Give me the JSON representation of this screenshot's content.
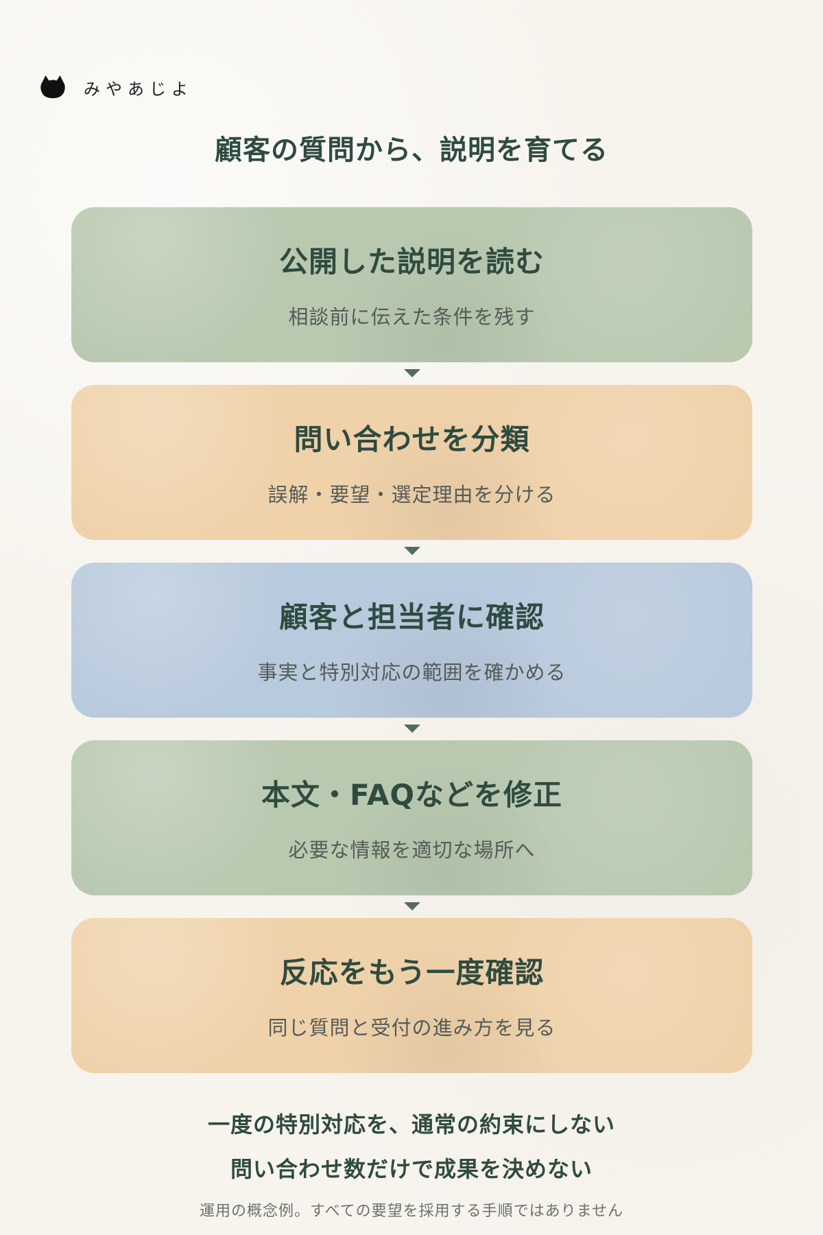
{
  "brand": {
    "name": "みやあじよ",
    "icon": "cat-icon"
  },
  "title": "顧客の質問から、説明を育てる",
  "steps": [
    {
      "title": "公開した説明を読む",
      "subtitle": "相談前に伝えた条件を残す",
      "color": "#b9c9b0"
    },
    {
      "title": "問い合わせを分類",
      "subtitle": "誤解・要望・選定理由を分ける",
      "color": "#efd2aa"
    },
    {
      "title": "顧客と担当者に確認",
      "subtitle": "事実と特別対応の範囲を確かめる",
      "color": "#b8cadd"
    },
    {
      "title": "本文・FAQなどを修正",
      "subtitle": "必要な情報を適切な場所へ",
      "color": "#b9c9b0"
    },
    {
      "title": "反応をもう一度確認",
      "subtitle": "同じ質問と受付の進み方を見る",
      "color": "#efd2aa"
    }
  ],
  "arrows": {
    "icon": "down-arrow-icon",
    "color": "#526b61"
  },
  "footer": {
    "line1": "一度の特別対応を、通常の約束にしない",
    "line2": "問い合わせ数だけで成果を決めない",
    "note": "運用の概念例。すべての要望を採用する手順ではありません"
  }
}
